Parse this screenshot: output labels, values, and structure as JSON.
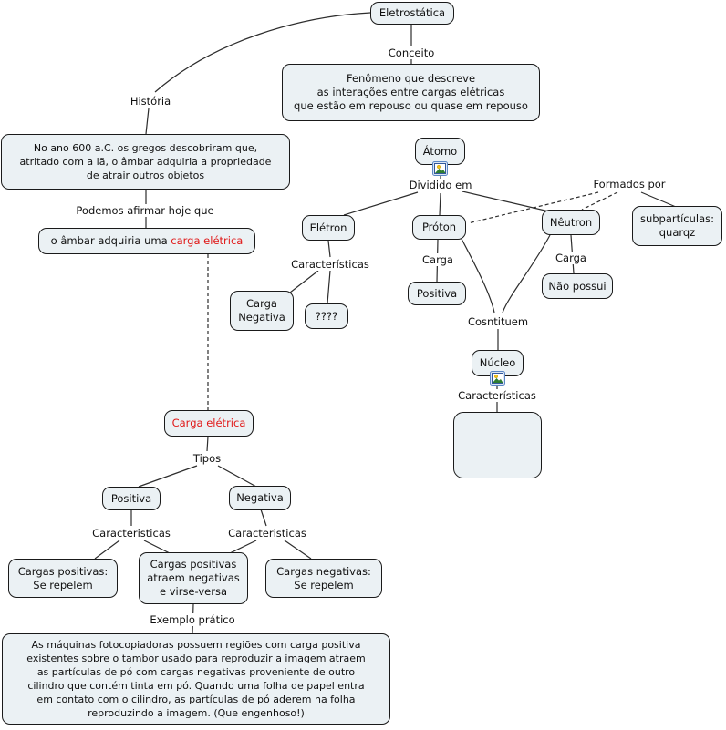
{
  "title": "Eletrostática",
  "colors": {
    "node_fill": "#ebf1f4",
    "node_border": "#1a1a1a",
    "text": "#111111",
    "highlight_red": "#e01818",
    "line": "#2d2d2d",
    "background": "#ffffff"
  },
  "nodes": {
    "eletrostatica": "Eletrostática",
    "conceito_def": "Fenômeno que descreve\nas interações entre cargas elétricas\nque estão em repouso ou quase em repouso",
    "historia_def": "No ano 600 a.C. os gregos descobriram que,\natritado com a lã, o âmbar adquiria a propriedade\nde atrair outros objetos",
    "ambar_prefix": "o âmbar adquiria uma ",
    "ambar_highlight": "carga elétrica",
    "atomo": "Átomo",
    "eletron": "Elétron",
    "proton": "Próton",
    "neutron": "Nêutron",
    "subparticulas": "subpartículas:\nquarqz",
    "carga_negativa": "Carga\nNegativa",
    "interrogacao": "????",
    "positiva_proton": "Positiva",
    "nao_possui": "Não possui",
    "nucleo": "Núcleo",
    "nucleo_caracteristicas_box": "",
    "carga_eletrica": "Carga elétrica",
    "positiva_tipo": "Positiva",
    "negativa_tipo": "Negativa",
    "cargas_positivas_repelem": "Cargas positivas:\nSe repelem",
    "cargas_atraem": "Cargas positivas\natraem negativas\ne virse-versa",
    "cargas_negativas_repelem": "Cargas negativas:\nSe repelem",
    "exemplo_def": "As máquinas fotocopiadoras possuem regiões com carga positiva\nexistentes sobre o tambor usado para reproduzir a imagem atraem\nas partículas de pó com cargas negativas proveniente de outro\ncilindro que contém tinta em pó. Quando uma folha de papel entra\nem contato com o cilindro, as partículas de pó aderem na folha\nreproduzindo a imagem. (Que engenhoso!)"
  },
  "links": {
    "conceito": "Conceito",
    "historia": "História",
    "podemos": "Podemos afirmar hoje que",
    "dividido_em": "Dividido em",
    "formados_por": "Formados por",
    "caracteristicas_eletron": "Características",
    "carga_proton": "Carga",
    "carga_neutron": "Carga",
    "cosntituem": "Cosntituem",
    "caracteristicas_nucleo": "Características",
    "tipos": "Tipos",
    "caracteristicas_positiva": "Caracteristicas",
    "caracteristicas_negativa": "Caracteristicas",
    "exemplo_pratico": "Exemplo prático"
  },
  "icons": {
    "atomo_attachment": "image-attachment-icon",
    "nucleo_attachment": "image-attachment-icon"
  }
}
